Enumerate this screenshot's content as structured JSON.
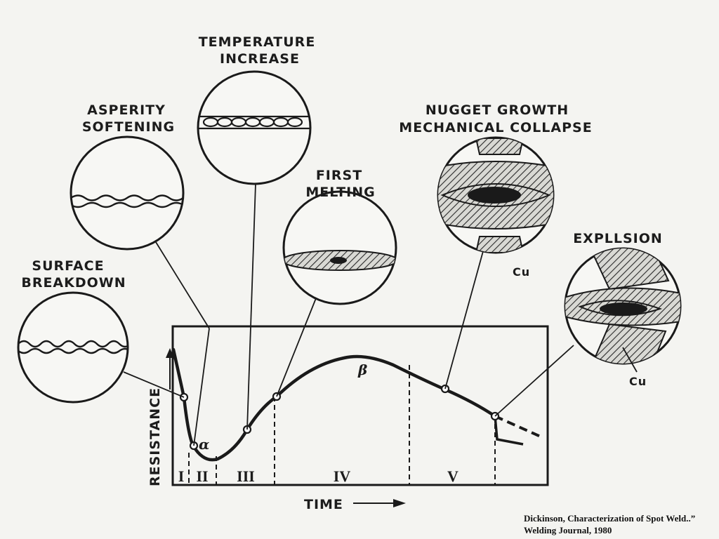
{
  "labels": {
    "surface_breakdown": [
      "SURFACE",
      "BREAKDOWN"
    ],
    "asperity_softening": [
      "ASPERITY",
      "SOFTENING"
    ],
    "temperature_increase": [
      "TEMPERATURE",
      "INCREASE"
    ],
    "first_melting": [
      "FIRST",
      "MELTING"
    ],
    "nugget_growth": [
      "NUGGET GROWTH",
      "MECHANICAL COLLAPSE"
    ],
    "expulsion": "EXPLLSION",
    "cu_label_nugget": "Cu",
    "cu_label_expulsion": "Cu"
  },
  "axes": {
    "y_label": "RESISTANCE",
    "x_label": "TIME"
  },
  "stages": [
    "I",
    "II",
    "III",
    "IV",
    "V"
  ],
  "points": {
    "alpha": "α",
    "beta": "β"
  },
  "credit": {
    "line1": "Dickinson, Characterization of Spot Weld..”",
    "line2": "Welding Journal, 1980"
  }
}
